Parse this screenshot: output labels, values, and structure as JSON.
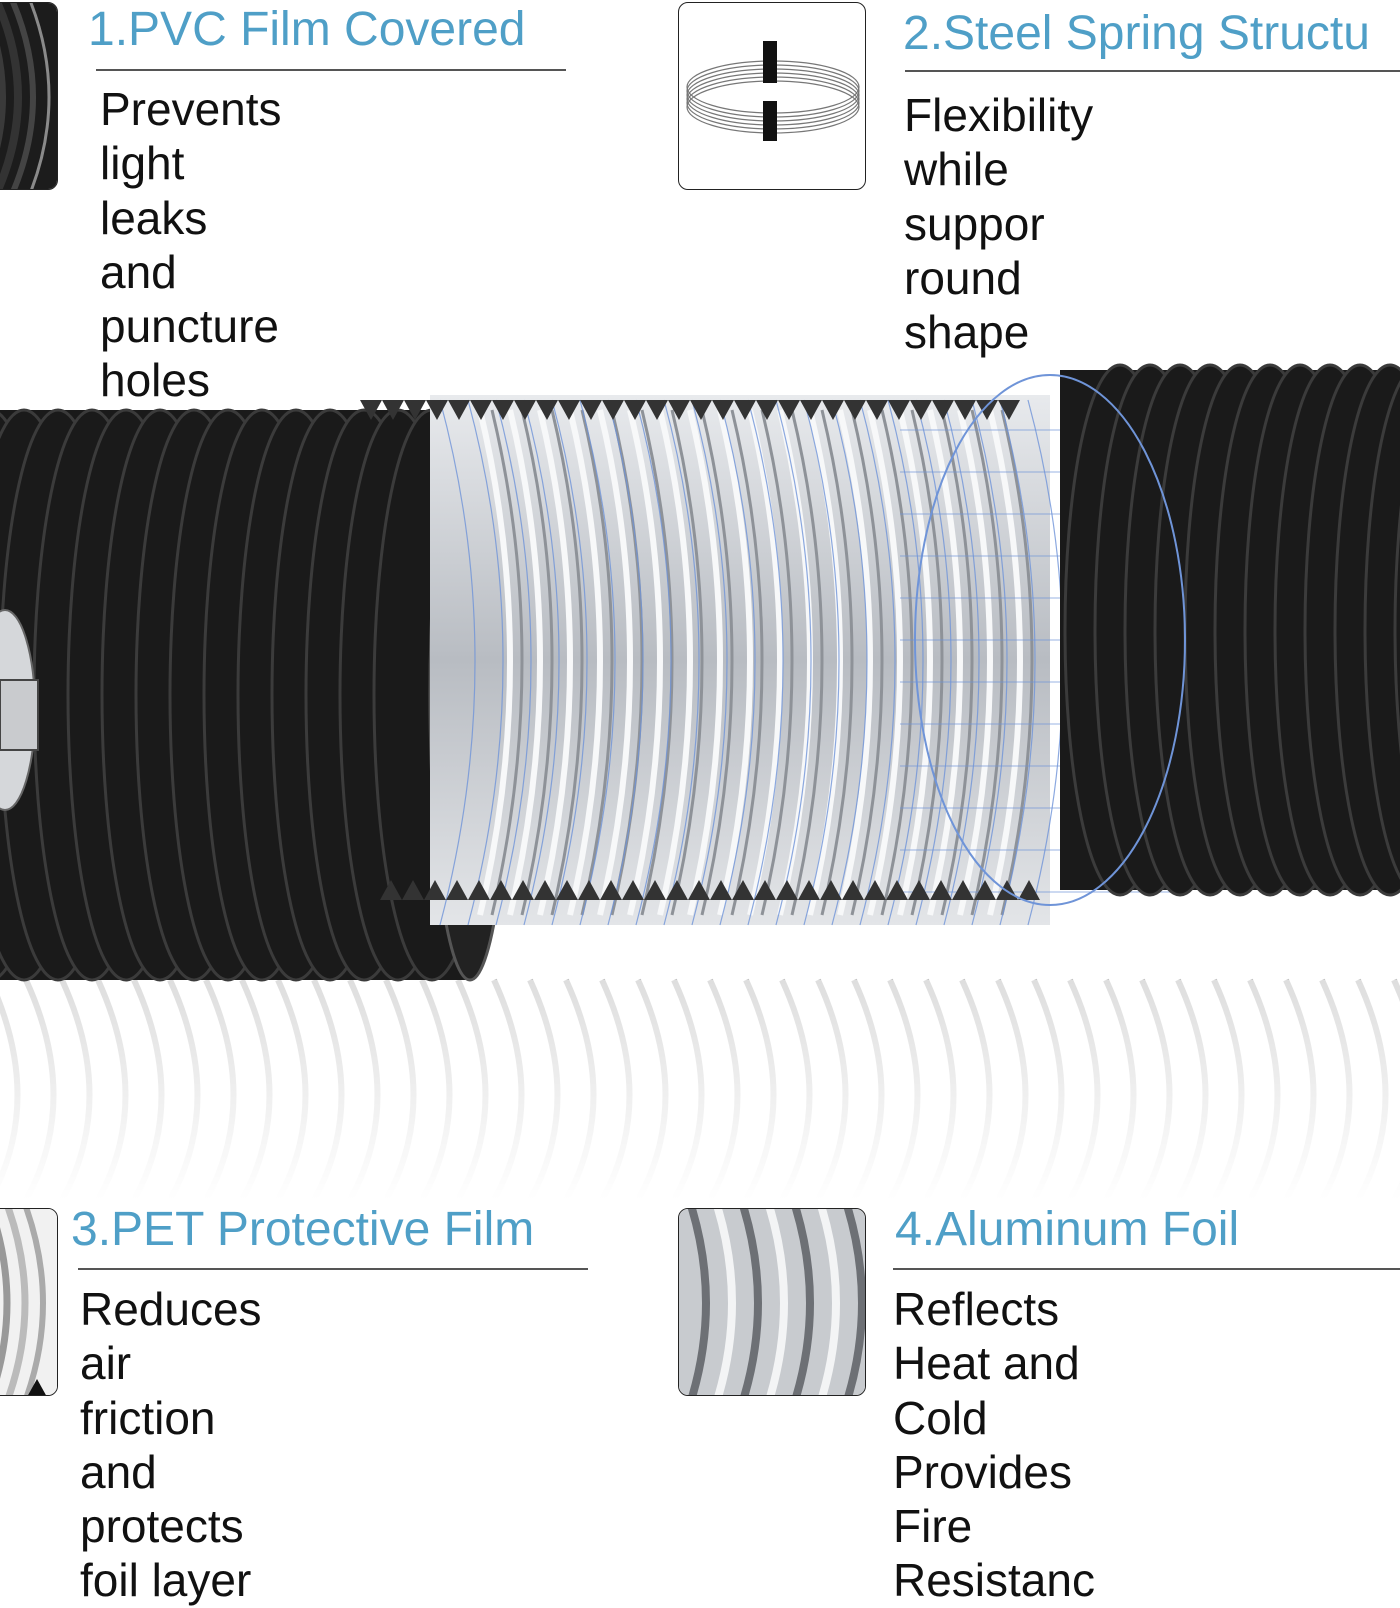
{
  "features": [
    {
      "title": "1.PVC Film Covered",
      "description": "Prevents light leaks\nand puncture holes",
      "icon": "pvc-film-icon"
    },
    {
      "title": "2.Steel Spring Structu",
      "description": "Flexibility while suppor\nround shape",
      "icon": "steel-spring-coil-icon"
    },
    {
      "title": "3.PET Protective Film",
      "description": "Reduces air friction and\nprotects foil layer",
      "icon": "pet-film-icon"
    },
    {
      "title": "4.Aluminum Foil",
      "description": "Reflects Heat and Cold\nProvides Fire Resistanc",
      "icon": "aluminum-foil-icon"
    }
  ],
  "colors": {
    "title_accent": "#4f9fc7",
    "hose_black": "#1a1a1a",
    "wire_blue": "#6f94d8",
    "foil_silver": "#c9cdd2"
  }
}
